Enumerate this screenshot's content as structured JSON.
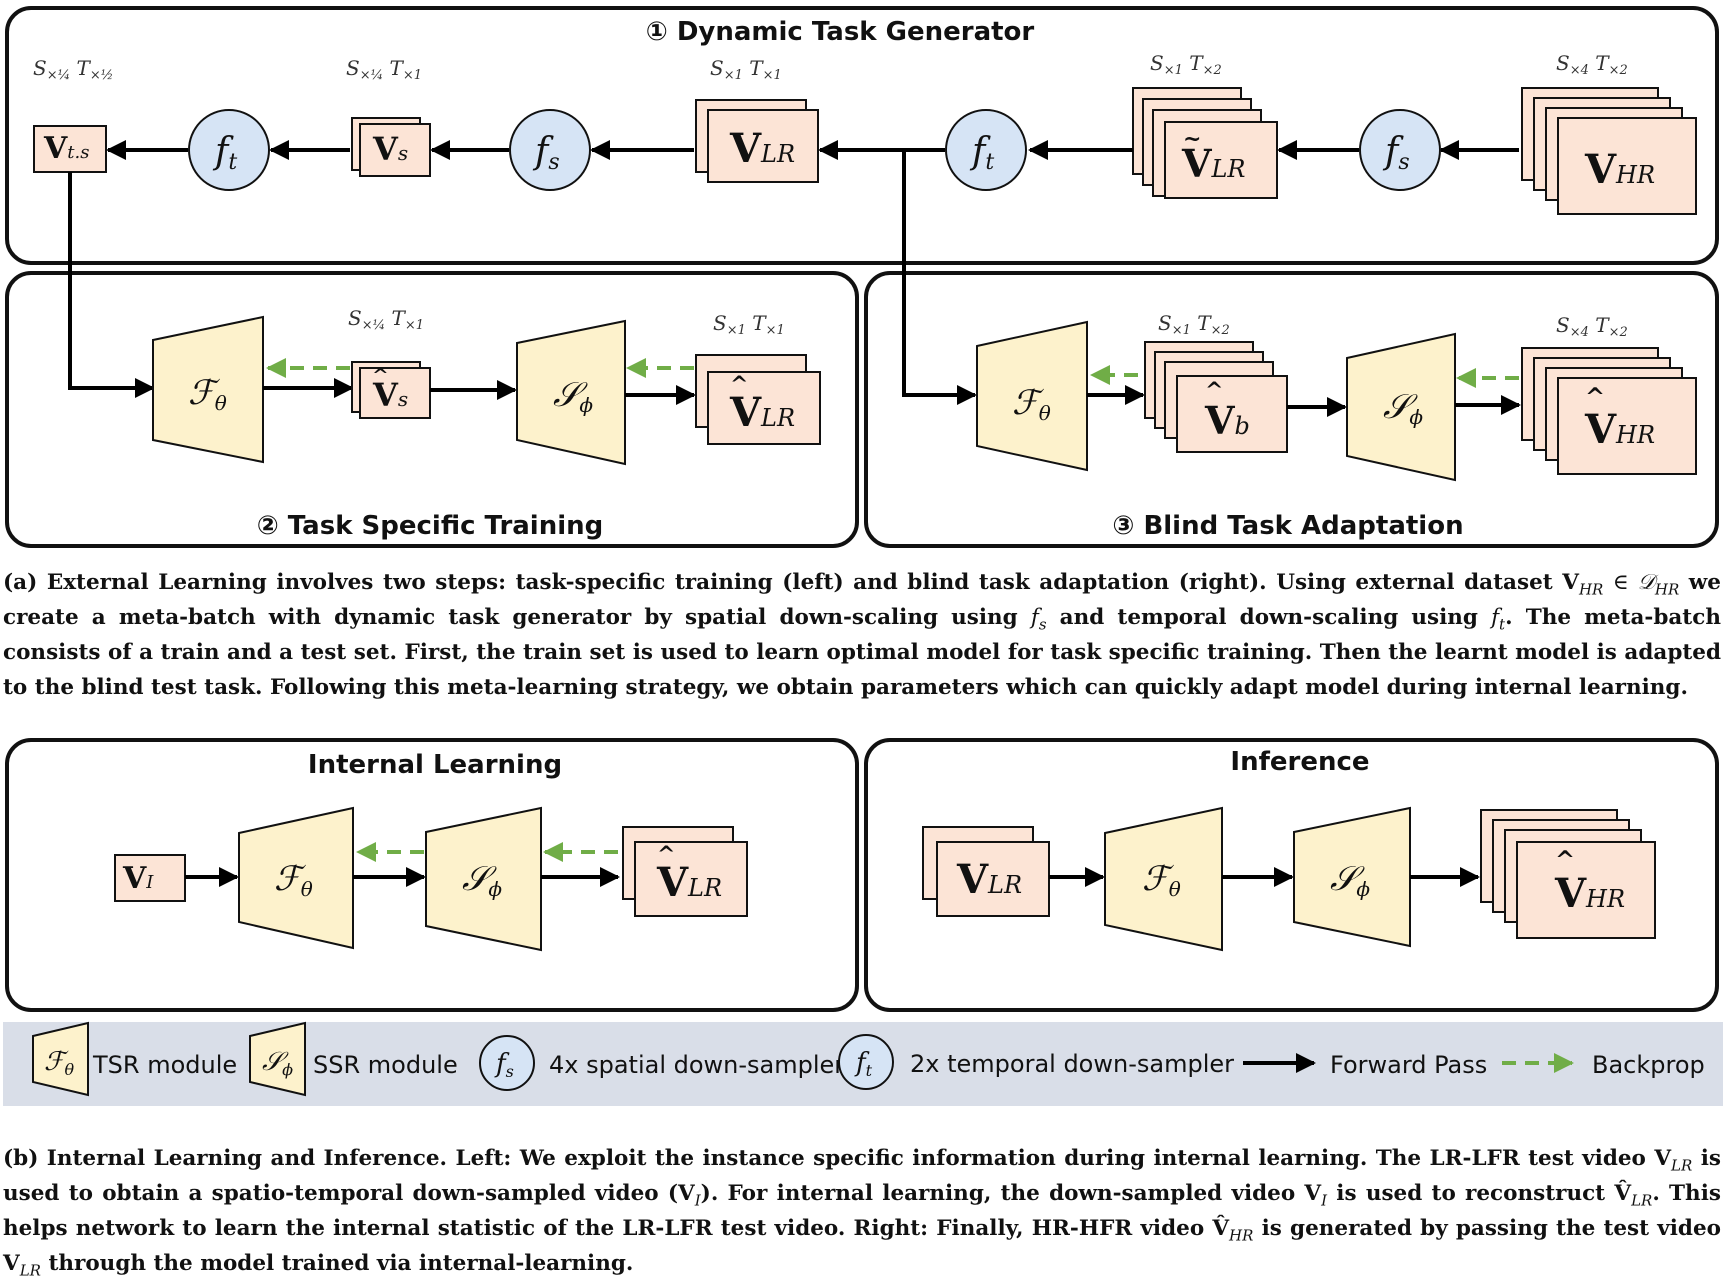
{
  "panels": {
    "generator": "① Dynamic Task Generator",
    "task_training": "② Task Specific Training",
    "blind_adaptation": "③ Blind Task Adaptation",
    "internal_learning": "Internal Learning",
    "inference": "Inference"
  },
  "legend": {
    "tsr": "TSR module",
    "ssr": "SSR module",
    "spatial": "4x spatial down-sampler",
    "temporal": "2x temporal down-sampler",
    "forward": "Forward Pass",
    "backprop": "Backprop"
  },
  "colors": {
    "frame_fill": "#FCE4D6",
    "module_fill": "#FDF2CC",
    "sampler_fill": "#D6E4F5",
    "legend_band": "#D9DEE8",
    "backprop_arrow": "#70AD47",
    "forward_arrow": "#000000"
  },
  "caption_a": {
    "label": "(a) External Learning involves two steps: task-specific training (left) and blind task adaptation (right). Using external dataset",
    "p2": "we create a meta-batch with dynamic task generator by spatial down-scaling using",
    "p3": "and temporal down-scaling using",
    "p4": ". The meta-batch consists of a train and a test set. First, the train set is used to learn optimal model for task specific training. Then the learnt model is adapted to the blind test task. Following this meta-learning strategy, we obtain parameters which can quickly adapt model during internal learning."
  },
  "caption_b": {
    "p1": "(b) Internal Learning and Inference. Left: We exploit the instance specific information during internal learning. The LR-LFR test video",
    "p2": "is used to obtain a spatio-temporal down-sampled video (",
    "p3": "). For internal learning, the down-sampled video",
    "p4": "is used to reconstruct",
    "p5": ". This helps network to learn the internal statistic of the LR-LFR test video. Right: Finally, HR-HFR video",
    "p6": "is generated by passing the test video",
    "p7": "through the model trained via internal-learning."
  }
}
